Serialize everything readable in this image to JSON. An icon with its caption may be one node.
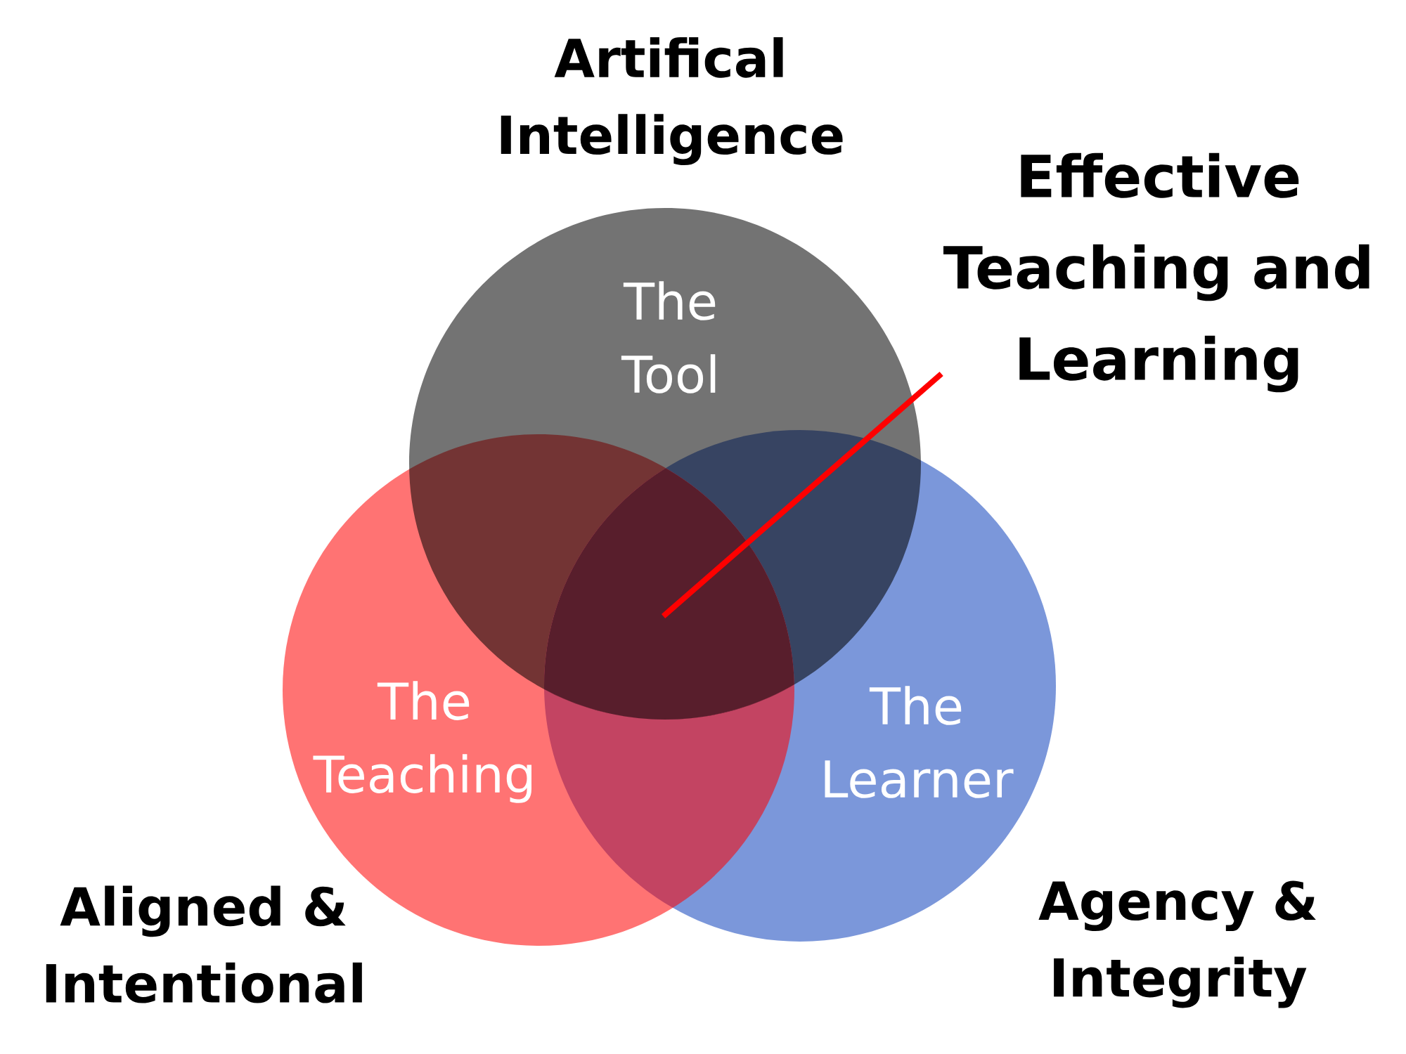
{
  "diagram": {
    "nodes": [
      {
        "text": [
          "Artifical Intelligence",
          "The Tool"
        ]
      },
      {
        "text": [
          "The Teaching"
        ],
        "beside": [
          "Aligned & Intentional"
        ]
      },
      {
        "text": [
          "The Learner"
        ],
        "beside": [
          "Agency & Integrity"
        ]
      },
      {
        "text": [
          "Effective Teaching and Learning"
        ]
      },
      {
        "text": [],
        "shape": "triangle"
      }
    ],
    "edges": [
      {
        "from": 3,
        "to": 4,
        "arrow": "none",
        "color": "#ff0000"
      }
    ]
  }
}
